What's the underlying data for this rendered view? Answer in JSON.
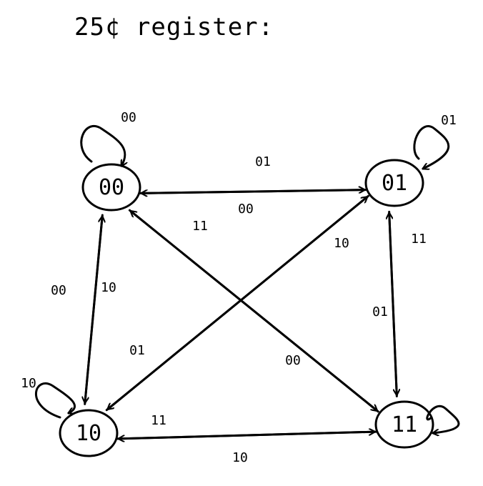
{
  "title": "25¢ register:",
  "nodes": [
    {
      "id": "n00",
      "label": "00"
    },
    {
      "id": "n01",
      "label": "01"
    },
    {
      "id": "n10",
      "label": "10"
    },
    {
      "id": "n11",
      "label": "11"
    }
  ],
  "self_loops": [
    {
      "node": "n00",
      "label": "00"
    },
    {
      "node": "n01",
      "label": "01"
    },
    {
      "node": "n10",
      "label": "10"
    },
    {
      "node": "n11",
      "label": ""
    }
  ],
  "edges": [
    {
      "from": "n00",
      "to": "n01",
      "label": "01"
    },
    {
      "from": "n01",
      "to": "n00",
      "label": "00"
    },
    {
      "from": "n00",
      "to": "n10",
      "label": "10"
    },
    {
      "from": "n10",
      "to": "n00",
      "label": "00"
    },
    {
      "from": "n00",
      "to": "n11",
      "label": "11"
    },
    {
      "from": "n11",
      "to": "n00",
      "label": "00"
    },
    {
      "from": "n10",
      "to": "n01",
      "label": "10"
    },
    {
      "from": "n01",
      "to": "n10",
      "label": "01"
    },
    {
      "from": "n01",
      "to": "n11",
      "label": "11"
    },
    {
      "from": "n11",
      "to": "n01",
      "label": "01"
    },
    {
      "from": "n10",
      "to": "n11",
      "label": "11"
    },
    {
      "from": "n11",
      "to": "n10",
      "label": "10"
    }
  ]
}
